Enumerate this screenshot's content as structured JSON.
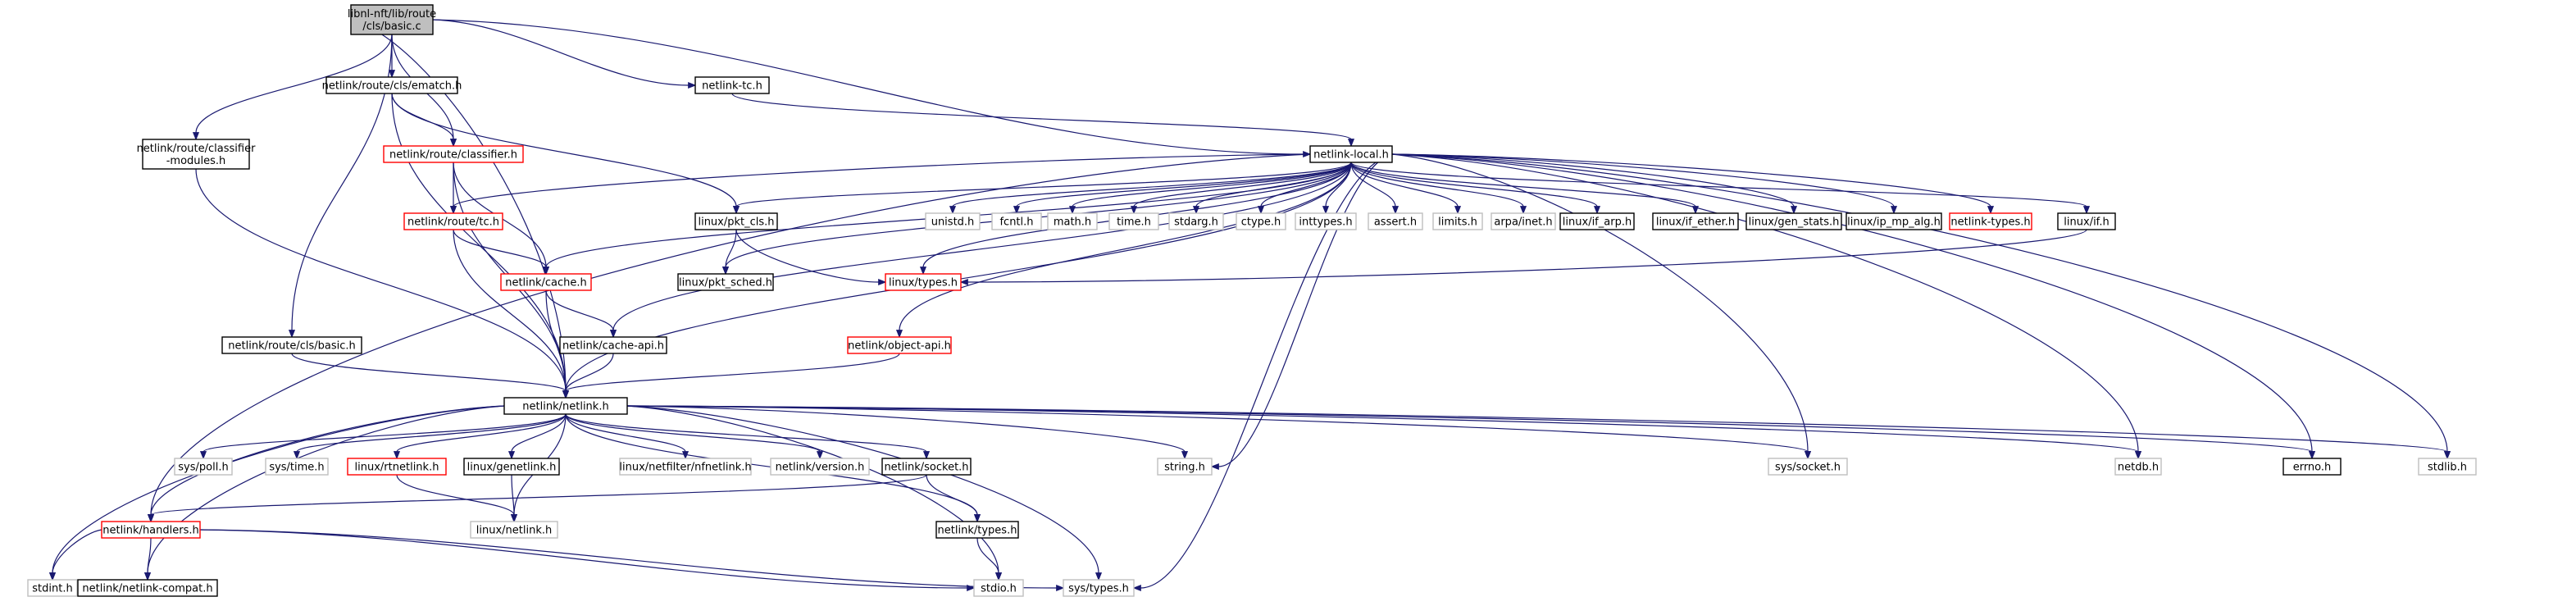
{
  "diagram": {
    "title_lines": [
      "libnl-nft/lib/route",
      "/cls/basic.c"
    ],
    "nodes": [
      {
        "id": "root",
        "lines": [
          "libnl-nft/lib/route",
          "/cls/basic.c"
        ],
        "style": "root",
        "interactable": false
      },
      {
        "id": "ematch",
        "lines": [
          "netlink/route/cls/ematch.h"
        ],
        "style": "black",
        "interactable": true
      },
      {
        "id": "tch",
        "lines": [
          "netlink-tc.h"
        ],
        "style": "black",
        "interactable": true
      },
      {
        "id": "clmods",
        "lines": [
          "netlink/route/classifier",
          "-modules.h"
        ],
        "style": "black",
        "interactable": true
      },
      {
        "id": "classifier",
        "lines": [
          "netlink/route/classifier.h"
        ],
        "style": "red",
        "interactable": true
      },
      {
        "id": "local",
        "lines": [
          "netlink-local.h"
        ],
        "style": "black",
        "interactable": true
      },
      {
        "id": "rtc",
        "lines": [
          "netlink/route/tc.h"
        ],
        "style": "red",
        "interactable": true
      },
      {
        "id": "pktcls",
        "lines": [
          "linux/pkt_cls.h"
        ],
        "style": "black",
        "interactable": true
      },
      {
        "id": "unistd",
        "lines": [
          "unistd.h"
        ],
        "style": "gray",
        "interactable": false
      },
      {
        "id": "fcntl",
        "lines": [
          "fcntl.h"
        ],
        "style": "gray",
        "interactable": false
      },
      {
        "id": "math",
        "lines": [
          "math.h"
        ],
        "style": "gray",
        "interactable": false
      },
      {
        "id": "time",
        "lines": [
          "time.h"
        ],
        "style": "gray",
        "interactable": false
      },
      {
        "id": "stdarg",
        "lines": [
          "stdarg.h"
        ],
        "style": "gray",
        "interactable": false
      },
      {
        "id": "ctype",
        "lines": [
          "ctype.h"
        ],
        "style": "gray",
        "interactable": false
      },
      {
        "id": "inttypes",
        "lines": [
          "inttypes.h"
        ],
        "style": "gray",
        "interactable": false
      },
      {
        "id": "assert",
        "lines": [
          "assert.h"
        ],
        "style": "gray",
        "interactable": false
      },
      {
        "id": "limits",
        "lines": [
          "limits.h"
        ],
        "style": "gray",
        "interactable": false
      },
      {
        "id": "arpainet",
        "lines": [
          "arpa/inet.h"
        ],
        "style": "gray",
        "interactable": false
      },
      {
        "id": "ifarp",
        "lines": [
          "linux/if_arp.h"
        ],
        "style": "black",
        "interactable": true
      },
      {
        "id": "ifether",
        "lines": [
          "linux/if_ether.h"
        ],
        "style": "black",
        "interactable": true
      },
      {
        "id": "genstats",
        "lines": [
          "linux/gen_stats.h"
        ],
        "style": "black",
        "interactable": true
      },
      {
        "id": "ipmp",
        "lines": [
          "linux/ip_mp_alg.h"
        ],
        "style": "black",
        "interactable": true
      },
      {
        "id": "nltypes",
        "lines": [
          "netlink-types.h"
        ],
        "style": "red",
        "interactable": true
      },
      {
        "id": "linuxif",
        "lines": [
          "linux/if.h"
        ],
        "style": "black",
        "interactable": true
      },
      {
        "id": "cache",
        "lines": [
          "netlink/cache.h"
        ],
        "style": "red",
        "interactable": true
      },
      {
        "id": "pktsched",
        "lines": [
          "linux/pkt_sched.h"
        ],
        "style": "black",
        "interactable": true
      },
      {
        "id": "ltypes",
        "lines": [
          "linux/types.h"
        ],
        "style": "red",
        "interactable": true
      },
      {
        "id": "clsbasic",
        "lines": [
          "netlink/route/cls/basic.h"
        ],
        "style": "black",
        "interactable": true
      },
      {
        "id": "cacheapi",
        "lines": [
          "netlink/cache-api.h"
        ],
        "style": "black",
        "interactable": true
      },
      {
        "id": "objapi",
        "lines": [
          "netlink/object-api.h"
        ],
        "style": "red",
        "interactable": true
      },
      {
        "id": "netlink",
        "lines": [
          "netlink/netlink.h"
        ],
        "style": "black",
        "interactable": true
      },
      {
        "id": "poll",
        "lines": [
          "sys/poll.h"
        ],
        "style": "gray",
        "interactable": false
      },
      {
        "id": "systime",
        "lines": [
          "sys/time.h"
        ],
        "style": "gray",
        "interactable": false
      },
      {
        "id": "rtnetlink",
        "lines": [
          "linux/rtnetlink.h"
        ],
        "style": "red",
        "interactable": true
      },
      {
        "id": "genetlink",
        "lines": [
          "linux/genetlink.h"
        ],
        "style": "black",
        "interactable": true
      },
      {
        "id": "nfnetlink",
        "lines": [
          "linux/netfilter/nfnetlink.h"
        ],
        "style": "gray",
        "interactable": false
      },
      {
        "id": "version",
        "lines": [
          "netlink/version.h"
        ],
        "style": "gray",
        "interactable": false
      },
      {
        "id": "socketh",
        "lines": [
          "netlink/socket.h"
        ],
        "style": "black",
        "interactable": true
      },
      {
        "id": "string",
        "lines": [
          "string.h"
        ],
        "style": "gray",
        "interactable": false
      },
      {
        "id": "syssocket",
        "lines": [
          "sys/socket.h"
        ],
        "style": "gray",
        "interactable": false
      },
      {
        "id": "netdb",
        "lines": [
          "netdb.h"
        ],
        "style": "gray",
        "interactable": false
      },
      {
        "id": "errno",
        "lines": [
          "errno.h"
        ],
        "style": "black",
        "interactable": true
      },
      {
        "id": "stdlib",
        "lines": [
          "stdlib.h"
        ],
        "style": "gray",
        "interactable": false
      },
      {
        "id": "handlers",
        "lines": [
          "netlink/handlers.h"
        ],
        "style": "red",
        "interactable": true
      },
      {
        "id": "linuxnetlink",
        "lines": [
          "linux/netlink.h"
        ],
        "style": "gray",
        "interactable": false
      },
      {
        "id": "nltypes2",
        "lines": [
          "netlink/types.h"
        ],
        "style": "black",
        "interactable": true
      },
      {
        "id": "stdint",
        "lines": [
          "stdint.h"
        ],
        "style": "gray",
        "interactable": false
      },
      {
        "id": "compat",
        "lines": [
          "netlink/netlink-compat.h"
        ],
        "style": "black",
        "interactable": true
      },
      {
        "id": "stdio",
        "lines": [
          "stdio.h"
        ],
        "style": "gray",
        "interactable": false
      },
      {
        "id": "systypes",
        "lines": [
          "sys/types.h"
        ],
        "style": "gray",
        "interactable": false
      }
    ],
    "edges": [
      [
        "root",
        "ematch"
      ],
      [
        "root",
        "tch"
      ],
      [
        "root",
        "clmods"
      ],
      [
        "root",
        "classifier"
      ],
      [
        "root",
        "local"
      ],
      [
        "root",
        "clsbasic"
      ],
      [
        "root",
        "netlink"
      ],
      [
        "ematch",
        "classifier"
      ],
      [
        "ematch",
        "pktcls"
      ],
      [
        "ematch",
        "netlink"
      ],
      [
        "tch",
        "local"
      ],
      [
        "clmods",
        "netlink"
      ],
      [
        "classifier",
        "rtc"
      ],
      [
        "classifier",
        "cache"
      ],
      [
        "classifier",
        "netlink"
      ],
      [
        "rtc",
        "cache"
      ],
      [
        "rtc",
        "netlink"
      ],
      [
        "pktcls",
        "pktsched"
      ],
      [
        "pktcls",
        "ltypes"
      ],
      [
        "local",
        "rtc"
      ],
      [
        "local",
        "pktcls"
      ],
      [
        "local",
        "pktsched"
      ],
      [
        "local",
        "ltypes"
      ],
      [
        "local",
        "cache"
      ],
      [
        "local",
        "cacheapi"
      ],
      [
        "local",
        "objapi"
      ],
      [
        "local",
        "netlink"
      ],
      [
        "local",
        "handlers"
      ],
      [
        "local",
        "unistd"
      ],
      [
        "local",
        "fcntl"
      ],
      [
        "local",
        "math"
      ],
      [
        "local",
        "time"
      ],
      [
        "local",
        "stdarg"
      ],
      [
        "local",
        "ctype"
      ],
      [
        "local",
        "inttypes"
      ],
      [
        "local",
        "assert"
      ],
      [
        "local",
        "limits"
      ],
      [
        "local",
        "arpainet"
      ],
      [
        "local",
        "ifarp"
      ],
      [
        "local",
        "ifether"
      ],
      [
        "local",
        "genstats"
      ],
      [
        "local",
        "ipmp"
      ],
      [
        "local",
        "nltypes"
      ],
      [
        "local",
        "linuxif"
      ],
      [
        "local",
        "string"
      ],
      [
        "local",
        "syssocket"
      ],
      [
        "local",
        "netdb"
      ],
      [
        "local",
        "errno"
      ],
      [
        "local",
        "stdlib"
      ],
      [
        "local",
        "systypes"
      ],
      [
        "linuxif",
        "ltypes"
      ],
      [
        "cache",
        "cacheapi"
      ],
      [
        "cache",
        "netlink"
      ],
      [
        "cacheapi",
        "netlink"
      ],
      [
        "objapi",
        "netlink"
      ],
      [
        "clsbasic",
        "netlink"
      ],
      [
        "netlink",
        "poll"
      ],
      [
        "netlink",
        "systime"
      ],
      [
        "netlink",
        "rtnetlink"
      ],
      [
        "netlink",
        "genetlink"
      ],
      [
        "netlink",
        "nfnetlink"
      ],
      [
        "netlink",
        "version"
      ],
      [
        "netlink",
        "socketh"
      ],
      [
        "netlink",
        "string"
      ],
      [
        "netlink",
        "syssocket"
      ],
      [
        "netlink",
        "netdb"
      ],
      [
        "netlink",
        "errno"
      ],
      [
        "netlink",
        "stdlib"
      ],
      [
        "netlink",
        "handlers"
      ],
      [
        "netlink",
        "linuxnetlink"
      ],
      [
        "netlink",
        "nltypes2"
      ],
      [
        "netlink",
        "stdint"
      ],
      [
        "netlink",
        "compat"
      ],
      [
        "netlink",
        "stdio"
      ],
      [
        "netlink",
        "systypes"
      ],
      [
        "rtnetlink",
        "linuxnetlink"
      ],
      [
        "genetlink",
        "linuxnetlink"
      ],
      [
        "socketh",
        "handlers"
      ],
      [
        "socketh",
        "nltypes2"
      ],
      [
        "handlers",
        "stdint"
      ],
      [
        "handlers",
        "compat"
      ],
      [
        "handlers",
        "stdio"
      ],
      [
        "handlers",
        "systypes"
      ],
      [
        "nltypes2",
        "stdio"
      ]
    ],
    "colors": {
      "edge": "#191970",
      "border_black": "#000000",
      "border_red": "#ff0000",
      "border_gray": "#bfbfbf",
      "root_fill": "#bfbfbf",
      "root_border": "#000000",
      "node_fill": "#ffffff"
    }
  }
}
